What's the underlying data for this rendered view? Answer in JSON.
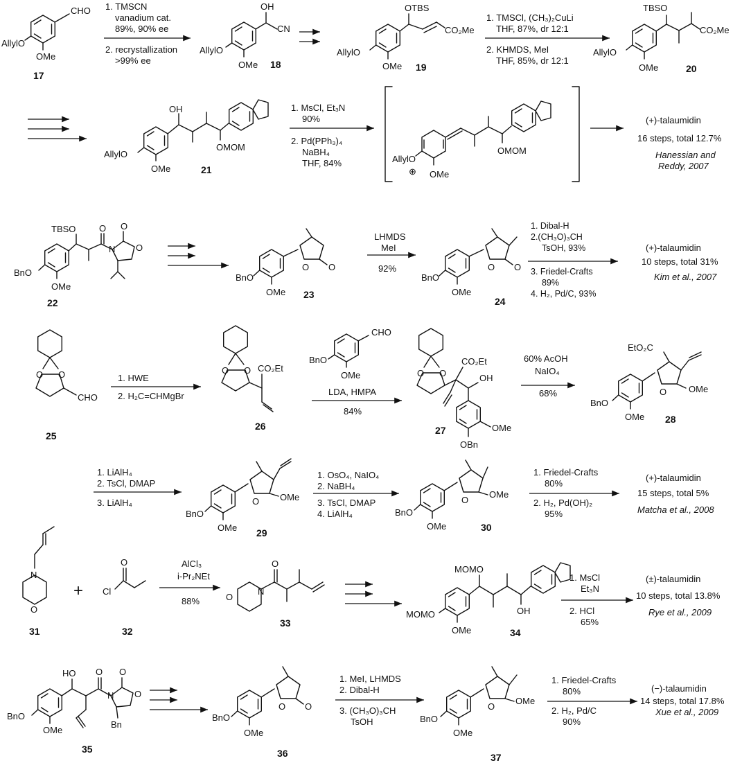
{
  "row1": {
    "cpd17": {
      "num": "17",
      "sub": "AllylO",
      "ome": "OMe",
      "cho": "CHO"
    },
    "step1": {
      "c1": "1. TMSCN",
      "c2": "vanadium cat.",
      "c3": "89%, 90% ee",
      "c4": "2. recrystallization",
      "c5": ">99% ee"
    },
    "cpd18": {
      "num": "18",
      "sub": "AllylO",
      "ome": "OMe",
      "oh": "OH",
      "cn": "CN"
    },
    "cpd19": {
      "num": "19",
      "sub": "AllylO",
      "ome": "OMe",
      "otbs": "OTBS",
      "ester": "CO₂Me"
    },
    "step2": {
      "c1": "1. TMSCl, (CH₃)₂CuLi",
      "c2": "THF, 87%, dr 12:1",
      "c3": "2. KHMDS, MeI",
      "c4": "THF, 85%, dr 12:1"
    },
    "cpd20": {
      "num": "20",
      "sub": "AllylO",
      "ome": "OMe",
      "otbs": "TBSO",
      "ester": "CO₂Me"
    }
  },
  "row2": {
    "cpd21": {
      "num": "21",
      "sub": "AllylO",
      "ome": "OMe",
      "oh": "OH",
      "omom": "OMOM"
    },
    "step": {
      "c1": "1. MsCl, Et₃N",
      "c2": "90%",
      "c3": "2. Pd(PPh₃)₄",
      "c4": "NaBH₄",
      "c5": "THF, 84%"
    },
    "inter": {
      "sub": "AllylO",
      "plus": "⊕",
      "ome": "OMe",
      "omom": "OMOM"
    },
    "result": {
      "product": "(+)-talaumidin",
      "summary": "16 steps, total 12.7%",
      "ref1": "Hanessian and",
      "ref2": "Reddy, 2007"
    }
  },
  "row3": {
    "cpd22": {
      "num": "22",
      "sub": "BnO",
      "ome": "OMe",
      "otbs": "TBSO",
      "o1": "O",
      "o2": "O",
      "n": "N",
      "o3": "O"
    },
    "cpd23": {
      "num": "23",
      "sub": "BnO",
      "ome": "OMe",
      "o1": "O",
      "o2": "O"
    },
    "step1": {
      "c1": "LHMDS",
      "c2": "MeI",
      "c3": "92%"
    },
    "cpd24": {
      "num": "24",
      "sub": "BnO",
      "ome": "OMe",
      "o1": "O",
      "o2": "O"
    },
    "step2": {
      "c1": "1. Dibal-H",
      "c2": "2.(CH₃O)₃CH",
      "c3": "TsOH, 93%",
      "c4": "3. Friedel-Crafts",
      "c5": "89%",
      "c6": "4. H₂, Pd/C, 93%"
    },
    "result": {
      "product": "(+)-talaumidin",
      "summary": "10 steps, total 31%",
      "ref": "Kim et al., 2007"
    }
  },
  "row4": {
    "cpd25": {
      "num": "25",
      "cho": "CHO",
      "o1": "O",
      "o2": "O"
    },
    "step1": {
      "c1": "1. HWE",
      "c2": "2. H₂C=CHMgBr"
    },
    "cpd26": {
      "num": "26",
      "ester": "CO₂Et",
      "o1": "O",
      "o2": "O"
    },
    "step2": {
      "sub": "BnO",
      "ome": "OMe",
      "cho": "CHO",
      "c1": "LDA, HMPA",
      "c2": "84%"
    },
    "cpd27": {
      "num": "27",
      "ester": "CO₂Et",
      "oh": "OH",
      "ome": "OMe",
      "obn": "OBn",
      "o1": "O",
      "o2": "O"
    },
    "step3": {
      "c1": "60% AcOH",
      "c2": "NaIO₄",
      "c3": "68%"
    },
    "cpd28": {
      "num": "28",
      "ester": "EtO₂C",
      "sub": "BnO",
      "ome": "OMe",
      "ome2": "OMe",
      "o": "O"
    }
  },
  "row5": {
    "step1": {
      "c1": "1. LiAlH₄",
      "c2": "2. TsCl, DMAP",
      "c3": "3. LiAlH₄"
    },
    "cpd29": {
      "num": "29",
      "sub": "BnO",
      "ome": "OMe",
      "ome2": "OMe",
      "o": "O"
    },
    "step2": {
      "c1": "1. OsO₄, NaIO₄",
      "c2": "2. NaBH₄",
      "c3": "3. TsCl, DMAP",
      "c4": "4. LiAlH₄"
    },
    "cpd30": {
      "num": "30",
      "sub": "BnO",
      "ome": "OMe",
      "ome2": "OMe",
      "o": "O"
    },
    "step3": {
      "c1": "1. Friedel-Crafts",
      "c2": "80%",
      "c3": "2. H₂, Pd(OH)₂",
      "c4": "95%"
    },
    "result": {
      "product": "(+)-talaumidin",
      "summary": "15 steps, total 5%",
      "ref": "Matcha et al., 2008"
    }
  },
  "row6": {
    "cpd31": {
      "num": "31",
      "n": "N",
      "o": "O"
    },
    "plus": "+",
    "cpd32": {
      "num": "32",
      "cl": "Cl",
      "o": "O"
    },
    "step1": {
      "c1": "AlCl₃",
      "c2": "i-Pr₂NEt",
      "c3": "88%"
    },
    "cpd33": {
      "num": "33",
      "n": "N",
      "o": "O",
      "o2": "O"
    },
    "cpd34": {
      "num": "34",
      "sub": "MOMO",
      "ome": "OMe",
      "omom": "MOMO",
      "oh": "OH"
    },
    "step2": {
      "c1": "1. MsCl",
      "c2": "Et₃N",
      "c3": "2. HCl",
      "c4": "65%"
    },
    "result": {
      "product": "(±)-talaumidin",
      "summary": "10 steps, total 13.8%",
      "ref": "Rye et al., 2009"
    }
  },
  "row7": {
    "cpd35": {
      "num": "35",
      "sub": "BnO",
      "ome": "OMe",
      "oh": "HO",
      "o1": "O",
      "o2": "O",
      "n": "N",
      "o3": "O",
      "bn": "Bn"
    },
    "cpd36": {
      "num": "36",
      "sub": "BnO",
      "ome": "OMe",
      "o1": "O",
      "o2": "O"
    },
    "step1": {
      "c1": "1. MeI, LHMDS",
      "c2": "2. Dibal-H",
      "c3": "3. (CH₃O)₃CH",
      "c4": "TsOH"
    },
    "cpd37": {
      "num": "37",
      "sub": "BnO",
      "ome": "OMe",
      "ome2": "OMe",
      "o": "O"
    },
    "step2": {
      "c1": "1. Friedel-Crafts",
      "c2": "80%",
      "c3": "2. H₂, Pd/C",
      "c4": "90%"
    },
    "result": {
      "product": "(−)-talaumidin",
      "summary": "14 steps, total 17.8%",
      "ref": "Xue et al., 2009"
    }
  }
}
